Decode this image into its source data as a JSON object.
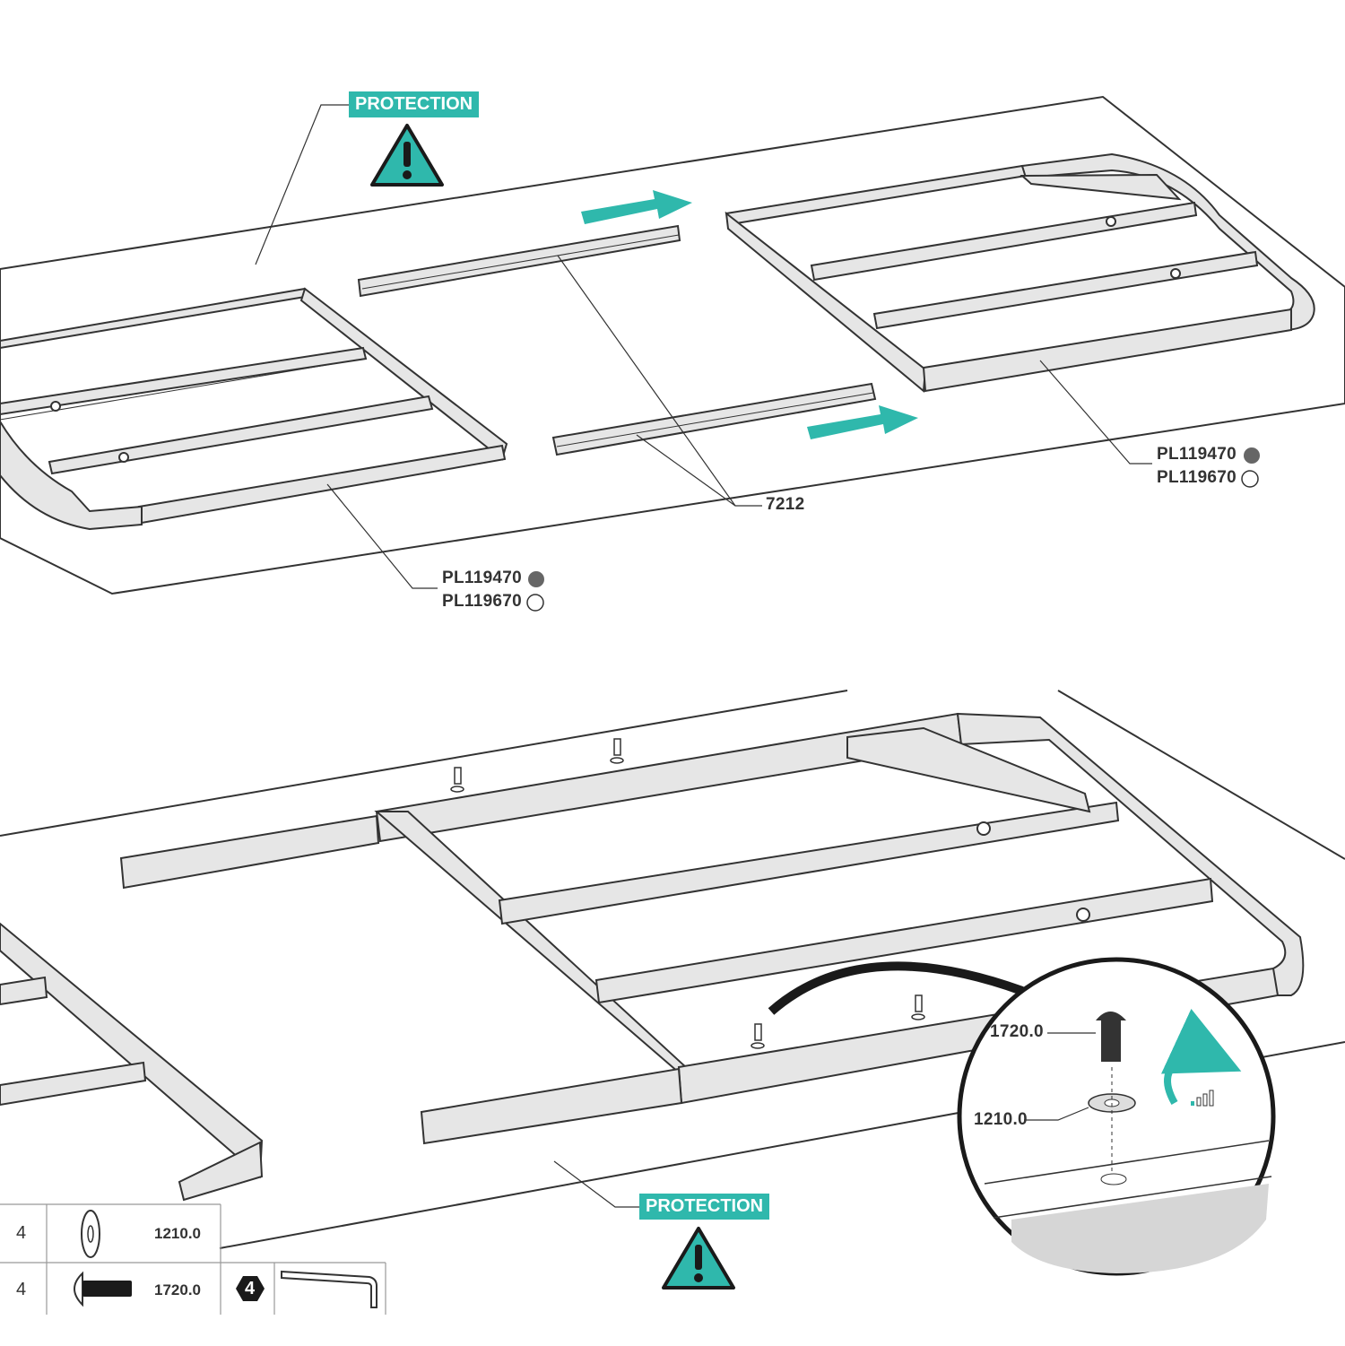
{
  "protection_top": "PROTECTION",
  "protection_bottom": "PROTECTION",
  "rail_code": "7212",
  "frame_right": {
    "code_dark": "PL119470",
    "code_light": "PL119670"
  },
  "frame_left": {
    "code_dark": "PL119470",
    "code_light": "PL119670"
  },
  "detail": {
    "screw_code": "1720.0",
    "washer_code": "1210.0"
  },
  "parts_table": {
    "rows": [
      {
        "qty": "4",
        "icon": "washer-icon",
        "code": "1210.0"
      },
      {
        "qty": "4",
        "icon": "screw-icon",
        "code": "1720.0"
      }
    ],
    "tool": {
      "size": "4",
      "icon": "allen-key-icon"
    }
  },
  "colors": {
    "accent": "#2fb8ac",
    "frame_fill": "#e6e6e6",
    "line": "#333333",
    "dark_dot": "#666666"
  }
}
